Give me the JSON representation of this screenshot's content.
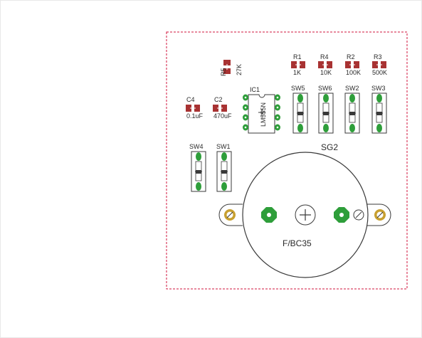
{
  "components": {
    "R1": {
      "ref": "R1",
      "value": "1K"
    },
    "R4": {
      "ref": "R4",
      "value": "10K"
    },
    "R2": {
      "ref": "R2",
      "value": "100K"
    },
    "R3": {
      "ref": "R3",
      "value": "500K"
    },
    "R5": {
      "ref": "R5",
      "value": "27K"
    },
    "C4": {
      "ref": "C4",
      "value": "0.1uF"
    },
    "C2": {
      "ref": "C2",
      "value": "470uF"
    },
    "IC1": {
      "ref": "IC1",
      "value": "LM555N"
    },
    "SW5": {
      "ref": "SW5"
    },
    "SW6": {
      "ref": "SW6"
    },
    "SW2": {
      "ref": "SW2"
    },
    "SW3": {
      "ref": "SW3"
    },
    "SW4": {
      "ref": "SW4"
    },
    "SW1": {
      "ref": "SW1"
    },
    "SG2": {
      "ref": "SG2",
      "value": "F/BC35"
    }
  },
  "colors": {
    "outline": "#d2143c",
    "pad_copper": "#a83232",
    "pad_through_hole": "#2e9e3a",
    "mount_ring": "#c8a030",
    "silkscreen": "#3a3a3a"
  }
}
